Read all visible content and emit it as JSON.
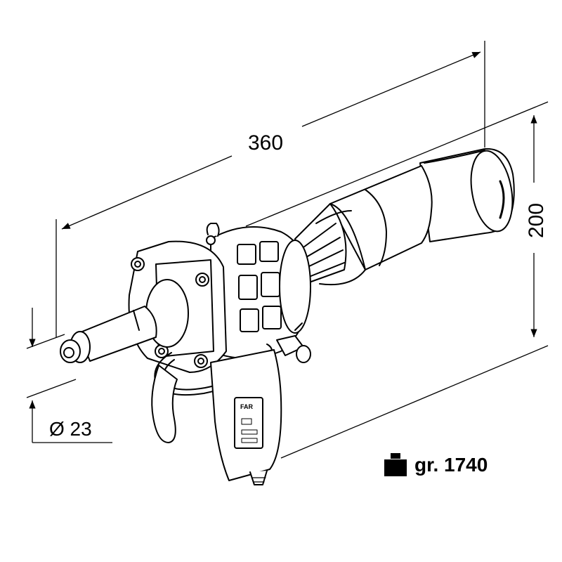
{
  "dimensions": {
    "length": "360",
    "height": "200",
    "nozzle_diameter": "Ø 23"
  },
  "weight": {
    "icon": "weight-icon",
    "label": "gr. 1740"
  },
  "colors": {
    "line": "#000000",
    "dimension_line": "#111111",
    "background": "#ffffff"
  }
}
